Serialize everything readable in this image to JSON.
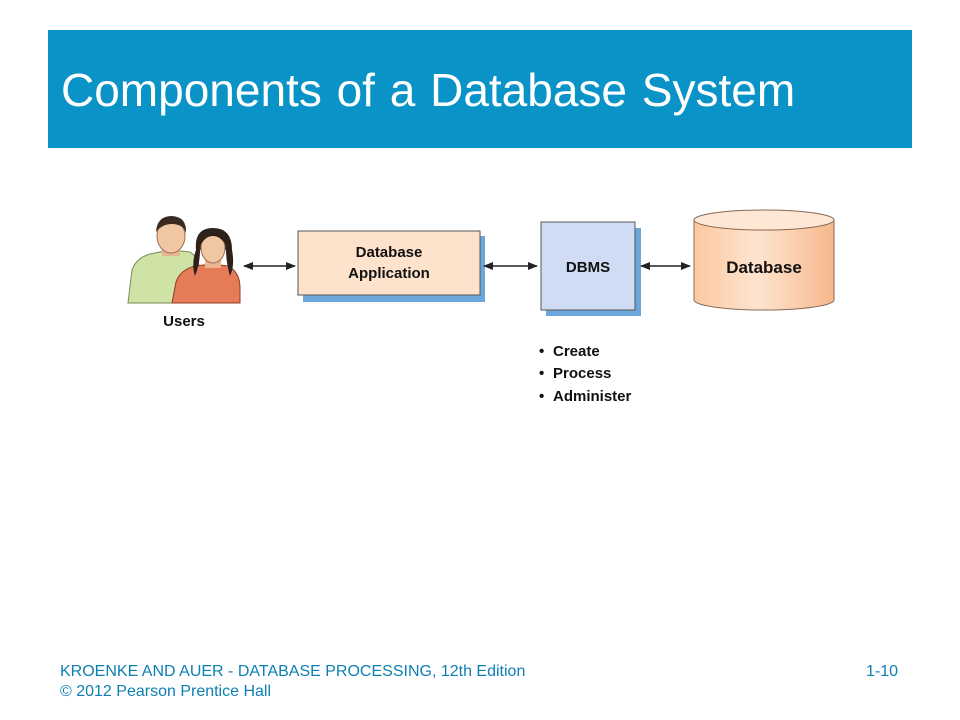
{
  "title": "Components of a Database System",
  "diagram": {
    "users_label": "Users",
    "app_label_line1": "Database",
    "app_label_line2": "Application",
    "dbms_label": "DBMS",
    "database_label": "Database",
    "dbms_functions": [
      "Create",
      "Process",
      "Administer"
    ]
  },
  "footer": {
    "line1": "KROENKE AND AUER - DATABASE PROCESSING, 12th Edition",
    "line2": "© 2012 Pearson Prentice Hall",
    "page_number": "1-10"
  },
  "colors": {
    "title_bar": "#0a93c7",
    "footer_text": "#0e7fb3",
    "app_box": "#fde3cc",
    "dbms_box": "#cfdcf4",
    "database_cylinder": "#fbc9a0",
    "box_shadow": "#6ba7dd"
  }
}
